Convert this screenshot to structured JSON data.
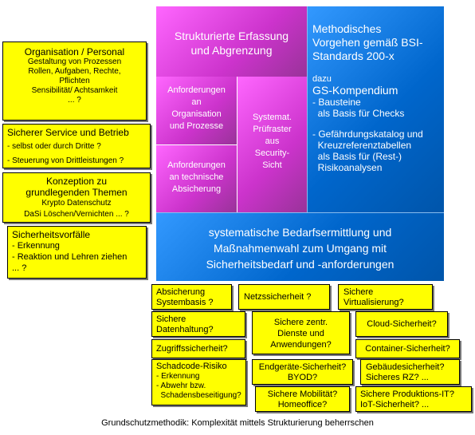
{
  "left_boxes": {
    "org": {
      "title": "Organisation / Personal",
      "lines": [
        "Gestaltung von Prozessen",
        "Rollen, Aufgaben, Rechte,",
        "Pflichten",
        "Sensibilität/ Achtsamkeit",
        "... ?"
      ]
    },
    "service": {
      "title": "Sicherer Service und Betrieb",
      "lines": [
        "- selbst oder durch Dritte ?",
        "- Steuerung von Drittleistungen ?"
      ]
    },
    "konzeption": {
      "title": "Konzeption zu",
      "lines": [
        "grundlegenden Themen",
        "Krypto Datenschutz",
        "DaSi Löschen/Vernichten ... ?"
      ]
    },
    "vorfaelle": {
      "title": "Sicherheitsvorfälle",
      "lines": [
        "- Erkennung",
        "- Reaktion und Lehren ziehen",
        "... ?"
      ]
    }
  },
  "center": {
    "erfassung": [
      "Strukturierte Erfassung",
      "und Abgrenzung"
    ],
    "anf_org": [
      "Anforderungen",
      "an",
      "Organisation",
      "und Prozesse"
    ],
    "anf_tech": [
      "Anforderungen",
      "an technische",
      "Absicherung"
    ],
    "pruef": [
      "Systemat.",
      "Prüfraster",
      "aus",
      "Security-",
      "Sicht"
    ],
    "methodik": {
      "title_lines": [
        "Methodisches",
        "Vorgehen gemäß BSI-",
        "Standards 200-x"
      ],
      "dazu": "dazu",
      "kompendium": "GS-Kompendium",
      "lines": [
        "- Bausteine",
        "  als Basis für Checks",
        "",
        "- Gefährdungskatalog und",
        "  Kreuzreferenztabellen",
        "  als Basis für (Rest-)",
        "  Risikoanalysen"
      ]
    },
    "bedarf": [
      "systematische Bedarfsermittlung und",
      "Maßnahmenwahl zum Umgang mit",
      "Sicherheitsbedarf und -anforderungen"
    ]
  },
  "topics": {
    "systembasis": [
      "Absicherung",
      "Systembasis ?"
    ],
    "netz": [
      "Netzssicherheit ?"
    ],
    "virtualisierung": [
      "Sichere",
      "Virtualisierung?"
    ],
    "datenhaltung": [
      "Sichere",
      "Datenhaltung?"
    ],
    "zentr_dienste": [
      "Sichere zentr.",
      "Dienste und",
      "Anwendungen?"
    ],
    "cloud": [
      "Cloud-Sicherheit?"
    ],
    "zugriff": [
      "Zugriffssicherheit?"
    ],
    "container": [
      "Container-Sicherheit?"
    ],
    "schadcode": [
      "Schadcode-Risiko",
      "- Erkennung",
      "- Abwehr bzw.",
      "  Schadensbeseitigung?"
    ],
    "endgeraete": [
      "Endgeräte-Sicherheit?",
      "BYOD?"
    ],
    "gebaeude": [
      "Gebäudesicherheit?",
      "Sicheres RZ? ..."
    ],
    "mobilitaet": [
      "Sichere Mobilität?",
      "Homeoffice?"
    ],
    "produktion": [
      "Sichere Produktions-IT?",
      "IoT-Sicherheit? ..."
    ]
  },
  "caption": "Grundschutzmethodik: Komplexität mittels Strukturierung beherrschen",
  "colors": {
    "yellow": "#ffff00",
    "magenta": "#cc33cc",
    "blue": "#0066cc"
  }
}
